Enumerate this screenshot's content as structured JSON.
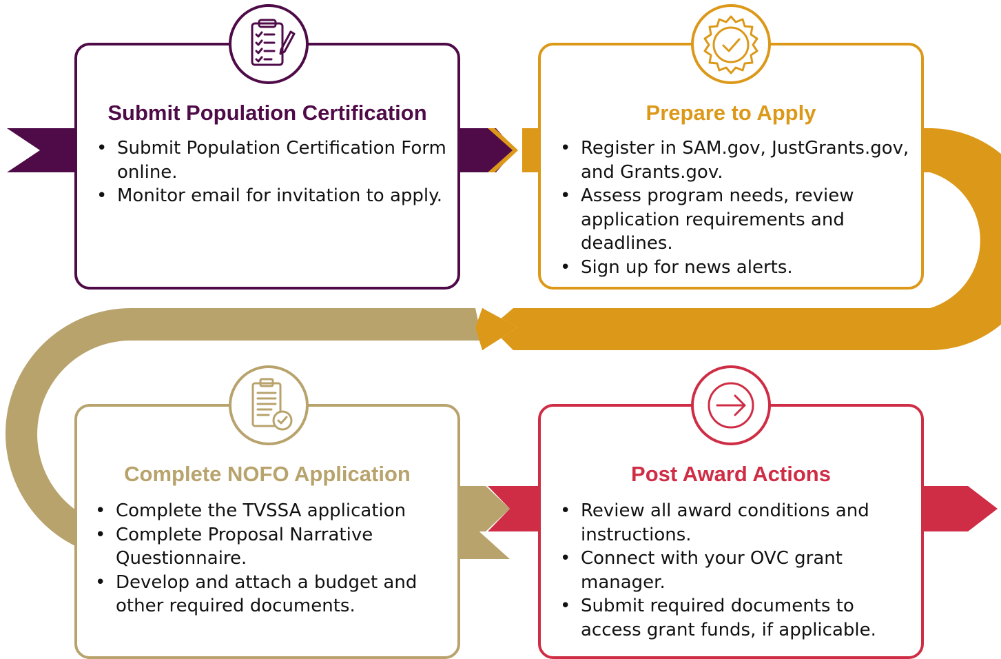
{
  "colors": {
    "purple": "#4e0b48",
    "gold": "#dc9818",
    "tan": "#b8a36d",
    "red": "#cf2d45"
  },
  "steps": [
    {
      "title": "Submit Population Certification",
      "icon": "clipboard-checklist-icon",
      "items": [
        "Submit Population Certification Form online.",
        "Monitor email for invitation to apply."
      ]
    },
    {
      "title": "Prepare to Apply",
      "icon": "badge-check-icon",
      "items": [
        "Register in SAM.gov, JustGrants.gov, and Grants.gov.",
        "Assess program needs, review application requirements and deadlines.",
        "Sign up for news alerts."
      ]
    },
    {
      "title": "Complete NOFO Application",
      "icon": "document-check-icon",
      "items": [
        "Complete the TVSSA application",
        "Complete Proposal Narrative Questionnaire.",
        "Develop and attach a budget and other required documents."
      ]
    },
    {
      "title": "Post Award Actions",
      "icon": "arrow-right-circle-icon",
      "items": [
        "Review all award conditions and instructions.",
        "Connect with your OVC grant manager.",
        "Submit required documents to access grant funds, if applicable."
      ]
    }
  ]
}
